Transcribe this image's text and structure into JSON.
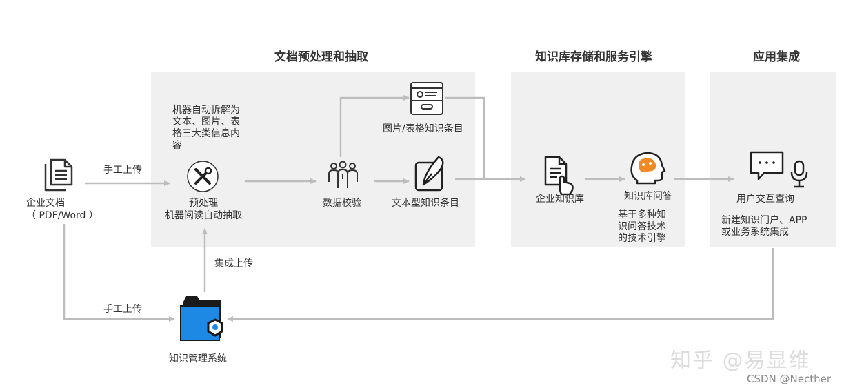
{
  "sections": {
    "preprocess": "文档预处理和抽取",
    "storage": "知识库存储和服务引擎",
    "integration": "应用集成"
  },
  "left": {
    "doc_label_1": "企业文档",
    "doc_label_2": "（ PDF/Word ）",
    "manual_upload_top": "手工上传",
    "manual_upload_bottom": "手工上传",
    "integration_upload": "集成上传",
    "kms": "知识管理系统"
  },
  "preprocess": {
    "desc_lines": [
      "机器自动拆解为",
      "文本、图片、表",
      "格三大类信息内",
      "容"
    ],
    "tool_label_1": "预处理",
    "tool_label_2": "机器阅读自动抽取",
    "validate": "数据校验",
    "image_table": "图片/表格知识条目",
    "text_entry": "文本型知识条目"
  },
  "storage": {
    "kb": "企业知识库",
    "qa": "知识库问答",
    "desc_lines": [
      "基于多种知",
      "识问答技术",
      "的技术引擎"
    ]
  },
  "integration": {
    "interact": "用户交互查询",
    "desc_lines": [
      "新建知识门户、APP",
      "或业务系统集成"
    ]
  },
  "watermark": {
    "zhihu": "知乎 @易显维",
    "csdn": "CSDN @Necther"
  },
  "colors": {
    "panel": "#f0f0f0",
    "arrow": "#bdbdbd",
    "folder_blue": "#1e88e5",
    "brain_orange": "#f08a24"
  }
}
